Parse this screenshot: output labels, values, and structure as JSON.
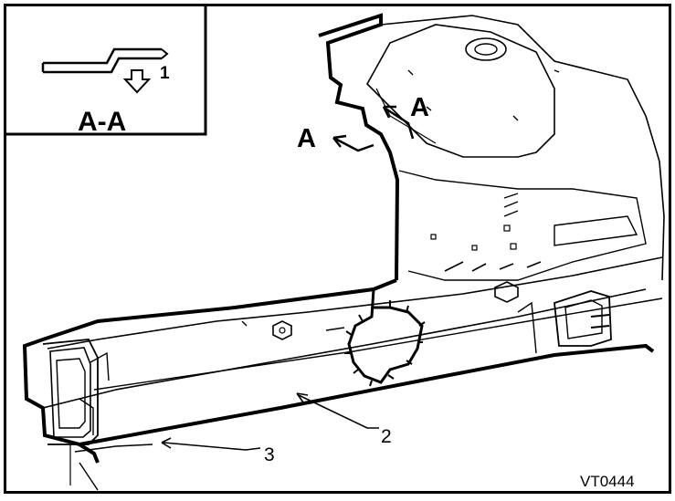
{
  "inset": {
    "title": "A-A",
    "callout": "1"
  },
  "section_markers": [
    "A",
    "A"
  ],
  "callouts": {
    "two": "2",
    "three": "3"
  },
  "reference_code": "VT0444",
  "colors": {
    "ink": "#000000",
    "paper": "#ffffff"
  }
}
